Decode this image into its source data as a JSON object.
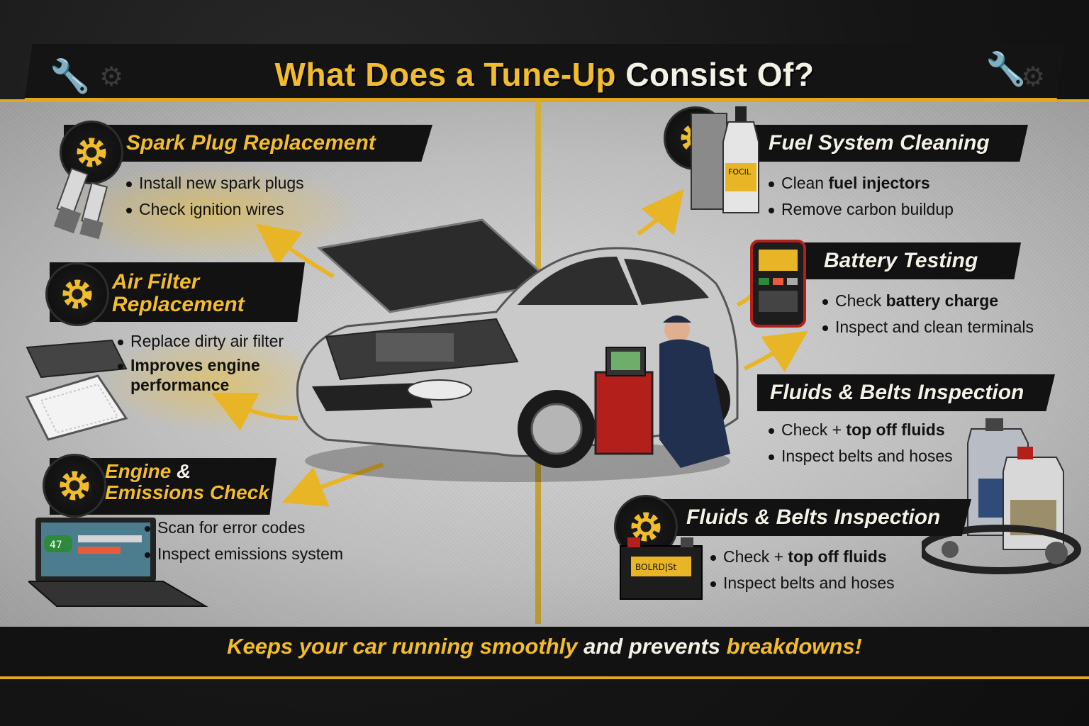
{
  "header": {
    "title_part1": "What Does a ",
    "title_part2": "Tune-Up",
    "title_part3": " Consist Of?"
  },
  "sections": {
    "spark_plug": {
      "title": "Spark Plug Replacement",
      "bullets": [
        "Install new spark plugs",
        "Check ignition wires"
      ]
    },
    "air_filter": {
      "title_line1": "Air Filter",
      "title_line2": "Replacement",
      "bullet1": "Replace dirty air filter",
      "bullet2_line1": "Improves engine",
      "bullet2_line2": "performance"
    },
    "engine": {
      "title_line1_a": "Engine",
      "title_line1_b": " &",
      "title_line2": "Emissions Check",
      "bullets": [
        "Scan for error codes",
        "Inspect emissions system"
      ],
      "laptop_badge": "47"
    },
    "fuel": {
      "title": "Fuel System Cleaning",
      "bullet1_a": "Clean ",
      "bullet1_b": "fuel injectors",
      "bullet2": "Remove carbon buildup",
      "bottle_label": "FOCIL"
    },
    "battery": {
      "title": "Battery Testing",
      "bullet1_a": "Check ",
      "bullet1_b": "battery charge",
      "bullet2": "Inspect and clean terminals"
    },
    "fluids_1": {
      "title": "Fluids & Belts Inspection",
      "bullet1_a": "Check + ",
      "bullet1_b": "top off fluids",
      "bullet2": "Inspect belts and hoses"
    },
    "fluids_2": {
      "title": "Fluids & Belts Inspection",
      "bullet1_a": "Check + ",
      "bullet1_b": "top off fluids",
      "bullet2": "Inspect belts and hoses",
      "battery_label": "BOLRD|St"
    }
  },
  "footer": {
    "part1": "Keeps your car running ",
    "part2": "smoothly",
    "part3": " and prevents ",
    "part4": "breakdowns!"
  },
  "colors": {
    "accent": "#f2bd2c",
    "dark": "#121212",
    "light_text": "#f4f1e6",
    "body_text": "#111111"
  },
  "icons": [
    "gear-icon",
    "wrench-icon",
    "spark-plug-icon",
    "air-filter-icon",
    "laptop-icon",
    "fuel-bottle-icon",
    "battery-tester-icon",
    "oil-jug-icon",
    "car-battery-icon",
    "serpentine-belt-icon",
    "arrow-icon"
  ]
}
